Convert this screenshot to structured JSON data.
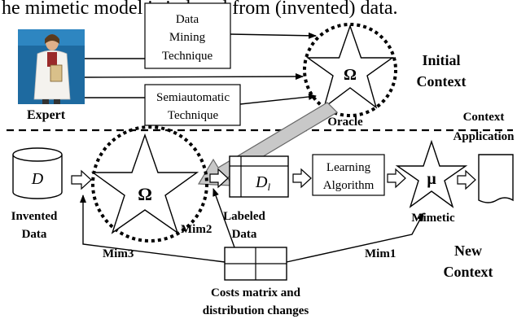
{
  "header": {
    "caption": "he mimetic model is induced from (invented) data."
  },
  "boxes": {
    "data_mining": [
      "Data",
      "Mining",
      "Technique"
    ],
    "semiautomatic": [
      "Semiautomatic",
      "Technique"
    ],
    "learning": [
      "Learning",
      "Algorithm"
    ]
  },
  "labels": {
    "expert": "Expert",
    "oracle": "Oracle",
    "initial_context": [
      "Initial",
      "Context"
    ],
    "context_application": [
      "Context",
      "Application"
    ],
    "new_context": [
      "New",
      "Context"
    ],
    "invented_data": [
      "Invented",
      "Data"
    ],
    "labeled_data": [
      "Labeled",
      "Data"
    ],
    "mimetic": "Mimetic",
    "costs_matrix": [
      "Costs matrix and",
      "distribution changes"
    ],
    "mim1": "Mim1",
    "mim2": "Mim2",
    "mim3": "Mim3"
  },
  "symbols": {
    "omega": "Ω",
    "mu": "μ",
    "d_italic": "D",
    "dl_base": "D",
    "dl_sub": "l"
  },
  "icons": {
    "expert": "doctor-figure-icon",
    "star": "star-icon",
    "database": "cylinder-database-icon",
    "document": "document-icon",
    "table": "table-grid-icon"
  },
  "colors": {
    "ink": "#000000",
    "gray_arrow": "#c8c8c8",
    "coat": "#f4f2ee",
    "backdrop": "#1e6aa0"
  }
}
